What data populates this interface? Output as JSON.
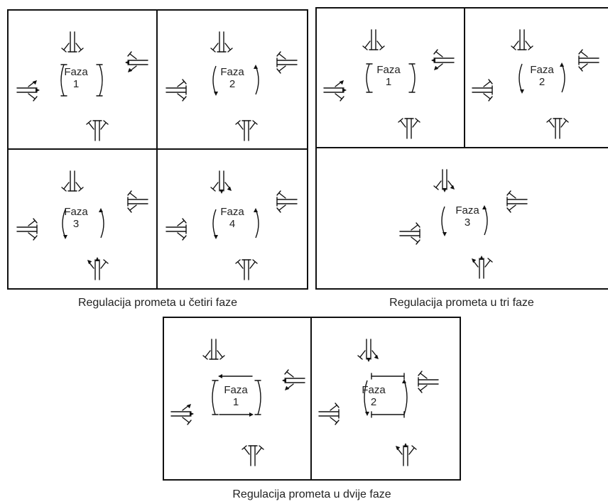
{
  "diagrams": [
    {
      "caption": "Regulacija prometa u četiri faze",
      "phases": [
        {
          "label": "Faza",
          "number": "1"
        },
        {
          "label": "Faza",
          "number": "2"
        },
        {
          "label": "Faza",
          "number": "3"
        },
        {
          "label": "Faza",
          "number": "4"
        }
      ]
    },
    {
      "caption": "Regulacija prometa u tri faze",
      "phases": [
        {
          "label": "Faza",
          "number": "1"
        },
        {
          "label": "Faza",
          "number": "2"
        },
        {
          "label": "Faza",
          "number": "3"
        }
      ]
    },
    {
      "caption": "Regulacija prometa u dvije faze",
      "phases": [
        {
          "label": "Faza",
          "number": "1"
        },
        {
          "label": "Faza",
          "number": "2"
        }
      ]
    }
  ]
}
